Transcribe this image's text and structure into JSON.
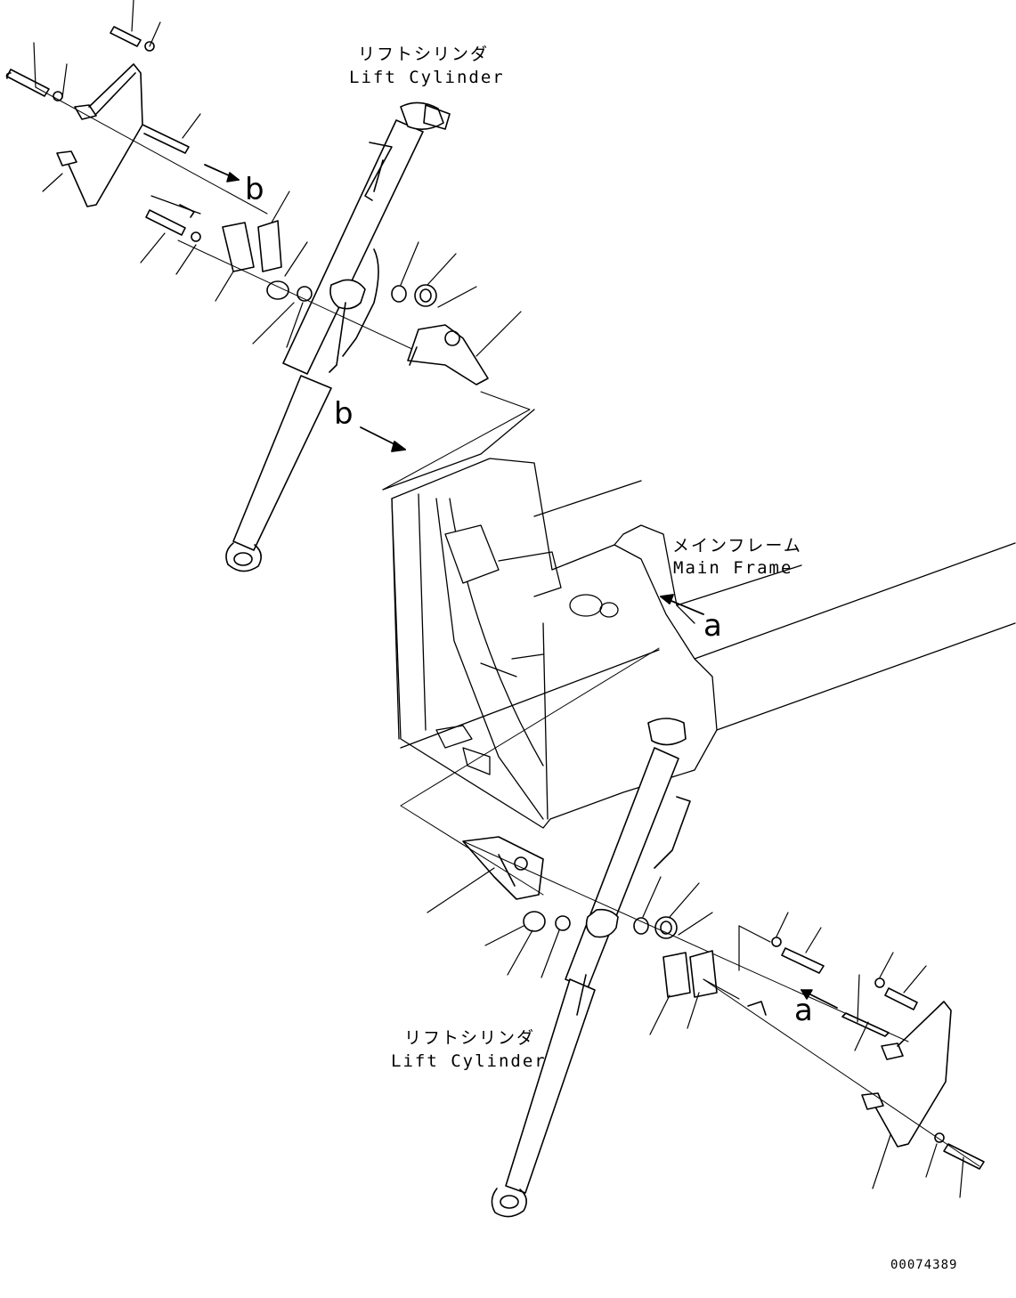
{
  "labels": {
    "lift_cylinder_top_jp": "リフトシリンダ",
    "lift_cylinder_top_en": "Lift Cylinder",
    "main_frame_jp": "メインフレーム",
    "main_frame_en": "Main Frame",
    "lift_cylinder_bottom_jp": "リフトシリンダ",
    "lift_cylinder_bottom_en": "Lift Cylinder"
  },
  "view_markers": {
    "b_upper": "b",
    "b_lower": "b",
    "a_right": "a",
    "a_lower": "a"
  },
  "drawing_number": "00074389"
}
